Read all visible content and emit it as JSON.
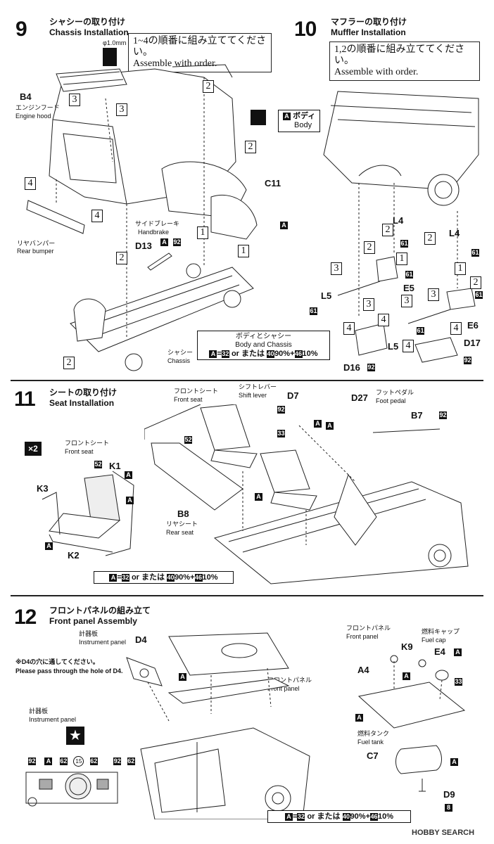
{
  "steps": {
    "s9": {
      "num": "9",
      "jp": "シャシーの取り付け",
      "en": "Chassis Installation",
      "note_jp": "1~4の順番に組み立ててください。",
      "note_en": "Assemble with order.",
      "drill": "φ1.0mm",
      "labels": {
        "b4": "B4",
        "engine_hood_jp": "エンジンフード",
        "engine_hood_en": "Engine hood",
        "rear_bumper_jp": "リヤバンパー",
        "rear_bumper_en": "Rear bumper",
        "handbrake_jp": "サイドブレーキ",
        "handbrake_en": "Handbrake",
        "d13": "D13",
        "c11": "C11",
        "chassis_jp": "シャシー",
        "chassis_en": "Chassis",
        "body_jp": "ボディ",
        "body_en": "Body",
        "a": "A",
        "p92": "92"
      },
      "paint": {
        "jp": "ボディとシャシー",
        "en": "Body and Chassis",
        "formula_a": "A",
        "formula_eq": "=",
        "c32": "32",
        "or": "or または",
        "c40": "40",
        "p1": "90%+",
        "c46": "46",
        "p2": "10%"
      },
      "order": [
        "1",
        "2",
        "3",
        "4"
      ]
    },
    "s10": {
      "num": "10",
      "jp": "マフラーの取り付け",
      "en": "Muffler Installation",
      "note_jp": "1,2の順番に組み立ててください。",
      "note_en": "Assemble with order.",
      "labels": {
        "l4a": "L4",
        "l4b": "L4",
        "e5": "E5",
        "l5a": "L5",
        "l5b": "L5",
        "e6": "E6",
        "d16": "D16",
        "d17": "D17",
        "p61": "61",
        "p92": "92"
      }
    },
    "s11": {
      "num": "11",
      "jp": "シートの取り付け",
      "en": "Seat Installation",
      "times": "×2",
      "labels": {
        "front_seat_jp": "フロントシート",
        "front_seat_en": "Front seat",
        "shift_jp": "シフトレバー",
        "shift_en": "Shift lever",
        "d7": "D7",
        "d27": "D27",
        "pedal_jp": "フットペダル",
        "pedal_en": "Foot pedal",
        "b7": "B7",
        "k1": "K1",
        "k2": "K2",
        "k3": "K3",
        "b8": "B8",
        "rear_seat_jp": "リヤシート",
        "rear_seat_en": "Rear seat",
        "p52": "52",
        "p33": "33",
        "p92": "92",
        "a": "A"
      },
      "paint": {
        "formula_a": "A",
        "formula_eq": "=",
        "c32": "32",
        "or": "or または",
        "c40": "40",
        "p1": "90%+",
        "c46": "46",
        "p2": "10%"
      }
    },
    "s12": {
      "num": "12",
      "jp": "フロントパネルの組み立て",
      "en": "Front panel Assembly",
      "labels": {
        "inst_jp": "計器板",
        "inst_en": "Instrument panel",
        "d4": "D4",
        "hole_jp": "※D4の穴に通してください。",
        "hole_en": "Please pass through the hole of D4.",
        "front_panel_jp": "フロントパネル",
        "front_panel_en": "Front panel",
        "fuel_cap_jp": "燃料キャップ",
        "fuel_cap_en": "Fuel cap",
        "k9": "K9",
        "e4": "E4",
        "a4": "A4",
        "fuel_tank_jp": "燃料タンク",
        "fuel_tank_en": "Fuel tank",
        "c7": "C7",
        "d9": "D9",
        "p33": "33",
        "p8": "8",
        "colors": [
          "92",
          "A",
          "62",
          "15",
          "62",
          "92",
          "62"
        ]
      },
      "paint": {
        "formula_a": "A",
        "formula_eq": "=",
        "c32": "32",
        "or": "or または",
        "c40": "40",
        "p1": "90%+",
        "c46": "46",
        "p2": "10%"
      }
    }
  },
  "watermark": "HOBBY SEARCH"
}
